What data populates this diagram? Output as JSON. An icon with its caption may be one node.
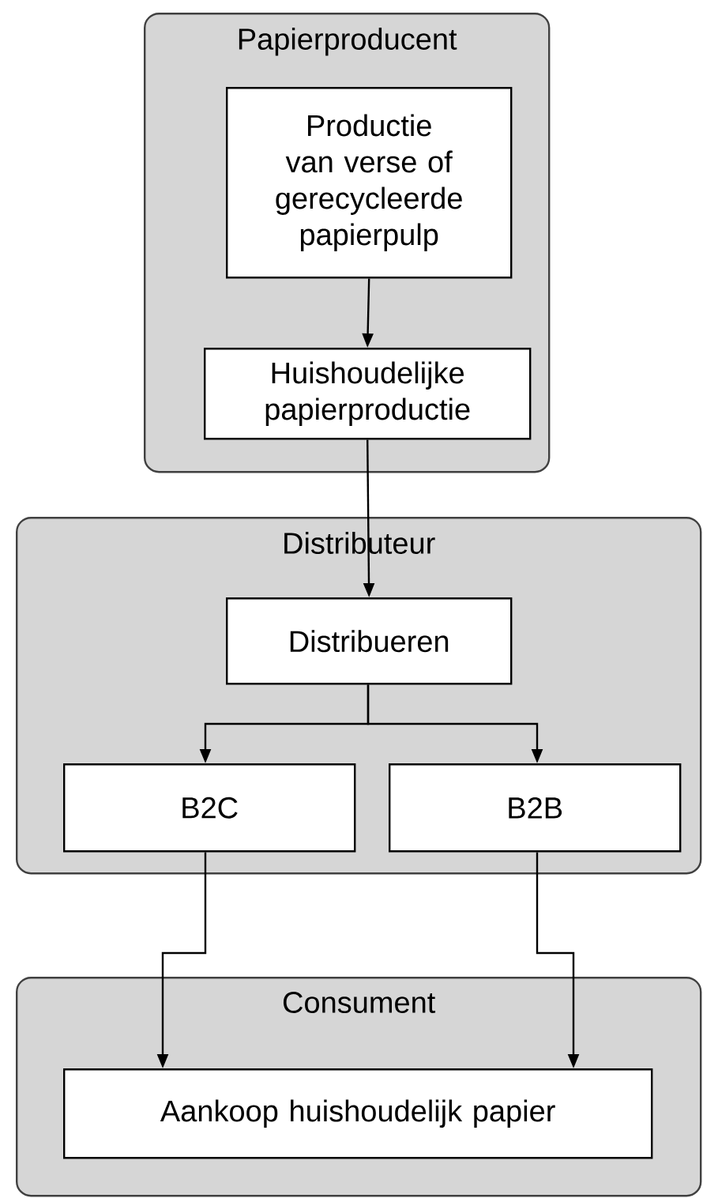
{
  "diagram": {
    "nodes": [
      {
        "text": [
          "Papierproducent"
        ]
      },
      {
        "text": [
          "Productie van verse of gerecycleerde papierpulp"
        ],
        "in": 0
      },
      {
        "text": [
          "Huishoudelijke papierproductie"
        ],
        "in": 0
      },
      {
        "text": [
          "Distributeur"
        ]
      },
      {
        "text": [
          "Distribueren"
        ],
        "in": 3
      },
      {
        "text": [
          "B2C"
        ],
        "in": 3
      },
      {
        "text": [
          "B2B"
        ],
        "in": 3
      },
      {
        "text": [
          "Consument"
        ]
      },
      {
        "text": [
          "Aankoop huishoudelijk papier"
        ],
        "in": 7
      }
    ],
    "edges": [
      {
        "from": 1,
        "to": 2,
        "arrow": "to"
      },
      {
        "from": 2,
        "to": 4,
        "arrow": "to"
      },
      {
        "from": 4,
        "to": 5,
        "arrow": "to"
      },
      {
        "from": 4,
        "to": 6,
        "arrow": "to"
      },
      {
        "from": 5,
        "to": 8,
        "arrow": "to"
      },
      {
        "from": 6,
        "to": 8,
        "arrow": "to"
      }
    ]
  }
}
